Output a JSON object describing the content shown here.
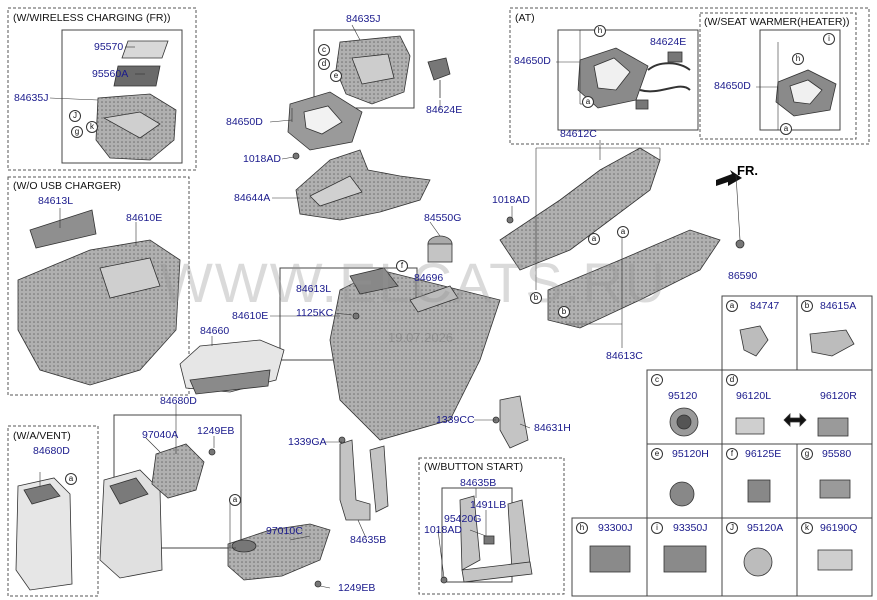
{
  "sections": {
    "wireless": "(W/WIRELESS CHARGING (FR))",
    "wo_usb": "(W/O USB CHARGER)",
    "at": "(AT)",
    "seat_warmer": "(W/SEAT WARMER(HEATER))",
    "wa_vent": "(W/A/VENT)",
    "button_start": "(W/BUTTON START)"
  },
  "parts": {
    "p95570": "95570",
    "p95560A": "95560A",
    "p84635J_a": "84635J",
    "p84635J_b": "84635J",
    "p84650D_a": "84650D",
    "p84650D_b": "84650D",
    "p84650D_c": "84650D",
    "p84624E_a": "84624E",
    "p84624E_b": "84624E",
    "p1018AD_a": "1018AD",
    "p1018AD_b": "1018AD",
    "p1018AD_c": "1018AD",
    "p84644A": "84644A",
    "p84612C": "84612C",
    "p84613L_a": "84613L",
    "p84613L_b": "84613L",
    "p84610E_a": "84610E",
    "p84610E_b": "84610E",
    "p84550G": "84550G",
    "p84696": "84696",
    "p1125KC": "1125KC",
    "p84660": "84660",
    "p84680D_a": "84680D",
    "p84680D_b": "84680D",
    "p97040A": "97040A",
    "p1249EB_a": "1249EB",
    "p1249EB_b": "1249EB",
    "p1339GA": "1339GA",
    "p1339CC": "1339CC",
    "p84631H": "84631H",
    "p84635B_a": "84635B",
    "p84635B_b": "84635B",
    "p97010C": "97010C",
    "p84613C": "84613C",
    "p86590": "86590",
    "p95420G": "95420G",
    "p1491LB": "1491LB"
  },
  "callouts": {
    "a": "a",
    "b": "b",
    "c": "c",
    "d": "d",
    "e": "e",
    "f": "f",
    "g": "g",
    "h": "h",
    "i": "i",
    "j": "J",
    "k": "k"
  },
  "direction": "FR.",
  "watermark": "WWW.ELCATS.RU",
  "watermark_date": "19.07.2026",
  "legend": {
    "cells": [
      {
        "letter": "a",
        "parts": [
          "84747"
        ]
      },
      {
        "letter": "b",
        "parts": [
          "84615A"
        ]
      },
      {
        "letter": "c",
        "parts": [
          "95120"
        ]
      },
      {
        "letter": "d",
        "parts": [
          "96120L",
          "96120R"
        ]
      },
      {
        "letter": "e",
        "parts": [
          "95120H"
        ]
      },
      {
        "letter": "f",
        "parts": [
          "96125E"
        ]
      },
      {
        "letter": "g",
        "parts": [
          "95580"
        ]
      },
      {
        "letter": "h",
        "parts": [
          "93300J"
        ]
      },
      {
        "letter": "i",
        "parts": [
          "93350J"
        ]
      },
      {
        "letter": "J",
        "parts": [
          "95120A"
        ]
      },
      {
        "letter": "k",
        "parts": [
          "96190Q"
        ]
      }
    ]
  },
  "colors": {
    "part_label": "#1a1a8c",
    "line": "#333333",
    "part_fill": "#b9b9b9",
    "part_dark": "#8a8a8a"
  }
}
